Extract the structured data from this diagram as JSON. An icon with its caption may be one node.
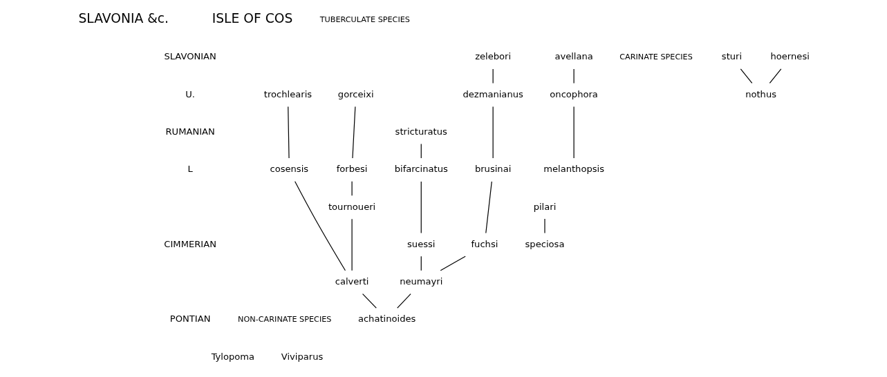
{
  "diagram": {
    "nodes": [
      {
        "text": [
          "avellana"
        ]
      },
      {
        "text": [
          "sturi"
        ]
      },
      {
        "text": [
          "hoernesi"
        ]
      },
      {
        "text": [
          "zelebori"
        ]
      },
      {
        "text": [
          "oncophora"
        ]
      },
      {
        "text": [
          "nothus"
        ]
      },
      {
        "text": [
          "stricturatus"
        ]
      },
      {
        "text": [
          "dezmanianus"
        ]
      },
      {
        "text": [
          "trochlearis"
        ]
      },
      {
        "text": [
          "gorceixi"
        ]
      },
      {
        "text": [
          "melanthopsis"
        ]
      },
      {
        "text": [
          "pilari"
        ]
      },
      {
        "text": [
          "bifarcinatus"
        ]
      },
      {
        "text": [
          "brusinai"
        ]
      },
      {
        "text": [
          "cosensis"
        ]
      },
      {
        "text": [
          "forbesi"
        ]
      },
      {
        "text": [
          "tournoueri"
        ]
      },
      {
        "text": [
          "speciosa"
        ]
      },
      {
        "text": [
          "suessi"
        ]
      },
      {
        "text": [
          "fuchsi"
        ]
      },
      {
        "text": [
          "neumayri"
        ]
      },
      {
        "text": [
          "calverti"
        ]
      },
      {
        "text": [
          "achatinoides"
        ]
      }
    ],
    "edges": [
      {
        "from": 0,
        "to": 4,
        "arrow": "none"
      },
      {
        "from": 4,
        "to": 10,
        "arrow": "none"
      },
      {
        "from": 11,
        "to": 17,
        "arrow": "none"
      },
      {
        "from": 1,
        "to": 5,
        "arrow": "none"
      },
      {
        "from": 2,
        "to": 5,
        "arrow": "none"
      },
      {
        "from": 6,
        "to": 12,
        "arrow": "none"
      },
      {
        "from": 12,
        "to": 18,
        "arrow": "none"
      },
      {
        "from": 18,
        "to": 20,
        "arrow": "none"
      },
      {
        "from": 19,
        "to": 20,
        "arrow": "none"
      },
      {
        "from": 20,
        "to": 22,
        "arrow": "none"
      },
      {
        "from": 3,
        "to": 7,
        "arrow": "none"
      },
      {
        "from": 7,
        "to": 13,
        "arrow": "none"
      },
      {
        "from": 13,
        "to": 19,
        "arrow": "none"
      },
      {
        "from": 8,
        "to": 14,
        "arrow": "none"
      },
      {
        "from": 14,
        "to": 21,
        "arrow": "none"
      },
      {
        "from": 9,
        "to": 15,
        "arrow": "none"
      },
      {
        "from": 15,
        "to": 16,
        "arrow": "none"
      },
      {
        "from": 16,
        "to": 21,
        "arrow": "none"
      },
      {
        "from": 21,
        "to": 22,
        "arrow": "none"
      }
    ],
    "labels": [
      "SLAVONIA &c.",
      "ISLE OF COS",
      "TUBERCULATE SPECIES",
      "SLAVONIAN",
      "CARINATE SPECIES",
      "U.",
      "RUMANIAN",
      "L",
      "CIMMERIAN",
      "PONTIAN",
      "NON-CARINATE SPECIES",
      "Tylopoma",
      "Viviparus"
    ]
  }
}
